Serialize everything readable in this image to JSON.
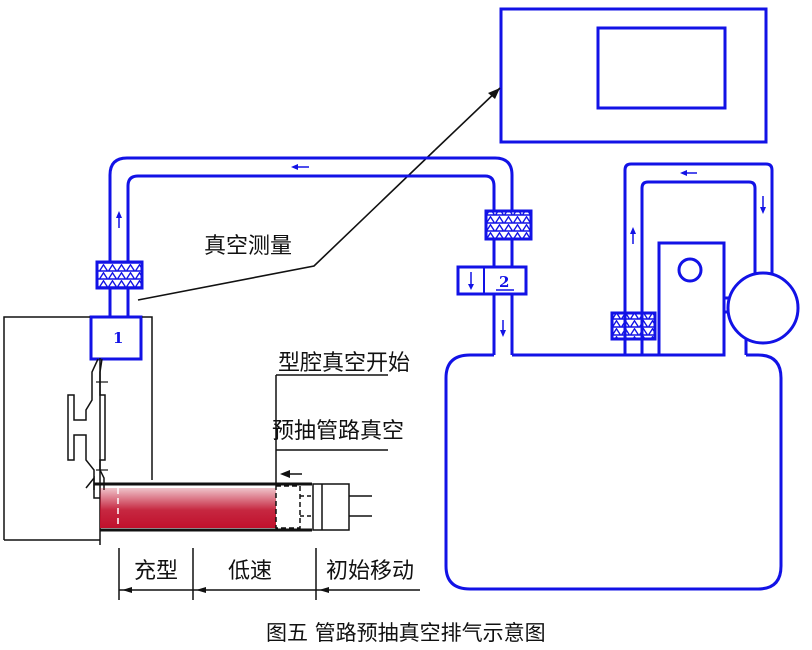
{
  "labels": {
    "vacuum_measure": "真空测量",
    "cavity_vacuum_start": "型腔真空开始",
    "pre_pump_pipeline_vacuum": "预抽管路真空",
    "phase_fill": "充型",
    "phase_low_speed": "低速",
    "phase_initial_move": "初始移动",
    "valve1": "1",
    "valve2": "2"
  },
  "caption": "图五 管路预抽真空排气示意图",
  "colors": {
    "pipe": "#1212e6",
    "line": "#111111",
    "melt_start": "#c0102c",
    "melt_end": "#ffffff"
  }
}
